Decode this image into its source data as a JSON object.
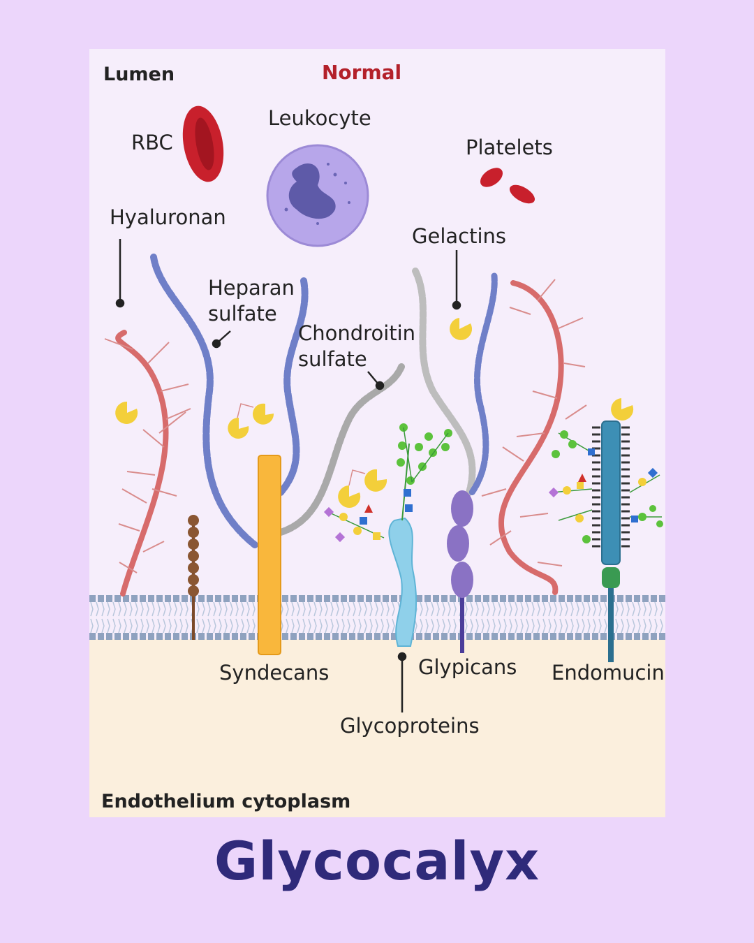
{
  "labels": {
    "lumen": "Lumen",
    "condition": "Normal",
    "rbc": "RBC",
    "leukocyte": "Leukocyte",
    "platelets": "Platelets",
    "hyaluronan": "Hyaluronan",
    "gelactins": "Gelactins",
    "heparan_1": "Heparan",
    "heparan_2": "sulfate",
    "chondroitin_1": "Chondroitin",
    "chondroitin_2": "sulfate",
    "syndecans": "Syndecans",
    "glypicans": "Glypicans",
    "endomucin": "Endomucin",
    "glycoproteins": "Glycoproteins",
    "cytoplasm": "Endothelium cytoplasm"
  },
  "title": "Glycocalyx",
  "colors": {
    "page_bg": "#ecd6fb",
    "lumen_bg": "#f6eefb",
    "cytoplasm_bg": "#fbefdd",
    "condition_red": "#b3202a",
    "title_navy": "#2f2a7a",
    "rbc_red": "#c8202c",
    "leukocyte_purple": "#b7a6ea",
    "heparan_blue": "#6f7fc8",
    "syndecan_orange": "#f9b73c",
    "glypican_purple": "#8a72c4",
    "endomucin_teal": "#3d8fb5",
    "glycoprotein_blue": "#8fd0ea",
    "gelactin_yellow": "#f3cf3a",
    "hyaluronan_red": "#d76b6b"
  }
}
